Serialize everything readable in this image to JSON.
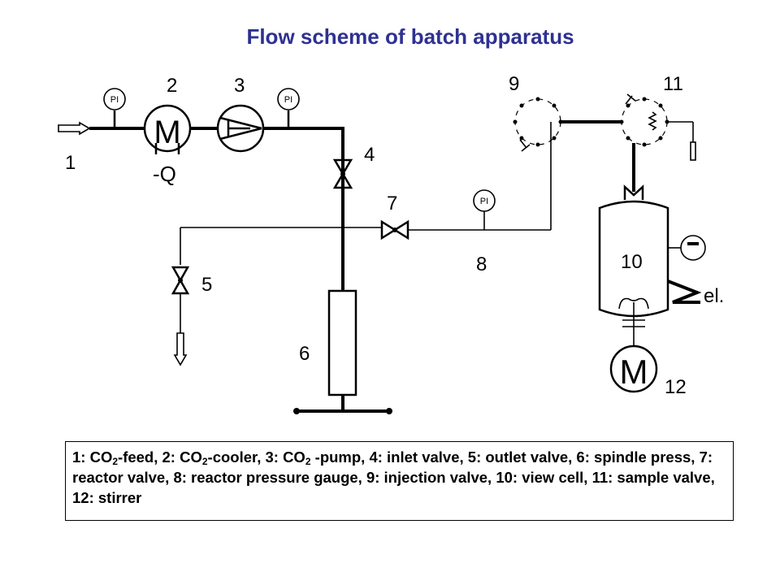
{
  "title": "Flow scheme of batch apparatus",
  "labels": {
    "n1": "1",
    "n2": "2",
    "n3": "3",
    "n4": "4",
    "n5": "5",
    "n6": "6",
    "n7": "7",
    "n8": "8",
    "n9": "9",
    "n10": "10",
    "n11": "11",
    "n12": "12",
    "cooler_sign": "-Q",
    "heater": "el.",
    "pi": "PI",
    "motor": "M"
  },
  "legend": {
    "l1": "1: CO",
    "l1s": "2",
    "l2": "-feed, 2: CO",
    "l2s": "2",
    "l3": "-cooler, 3: CO",
    "l3s": "2",
    "l4": " -pump, 4: inlet valve,  5: outlet valve,  6: spindle press,  7: reactor valve,  8: reactor pressure gauge, 9: injection valve, 10: view cell,  11: sample valve,  12: stirrer"
  }
}
